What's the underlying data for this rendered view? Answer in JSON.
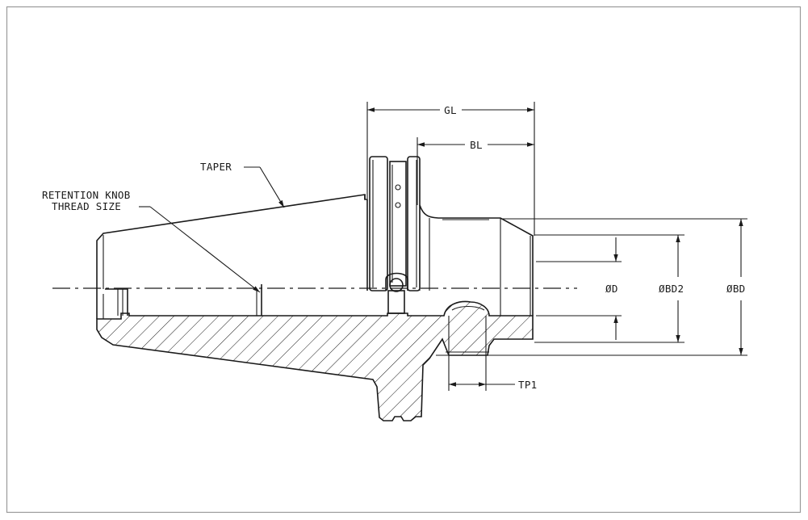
{
  "drawing": {
    "labels": {
      "gl": "GL",
      "bl": "BL",
      "taper": "TAPER",
      "retention_line1": "RETENTION KNOB",
      "retention_line2": "THREAD SIZE",
      "d": "ØD",
      "bd2": "ØBD2",
      "bd": "ØBD",
      "tp1": "TP1"
    },
    "colors": {
      "ink": "#1a1a1a",
      "border": "#9a9a9a",
      "background": "#ffffff"
    }
  }
}
